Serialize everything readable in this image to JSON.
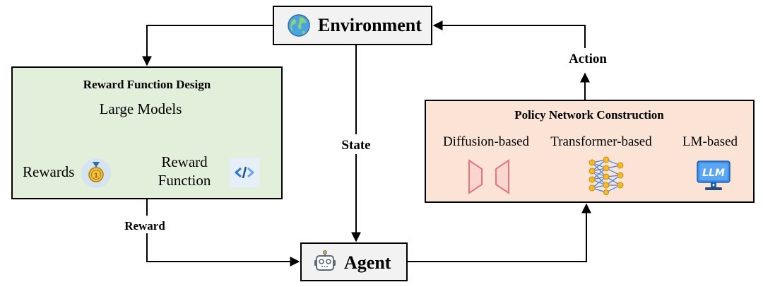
{
  "environment": {
    "label": "Environment",
    "icon": "globe-icon"
  },
  "agent": {
    "label": "Agent",
    "icon": "robot-icon"
  },
  "reward_design": {
    "title": "Reward Function Design",
    "source": "Large Models",
    "rewards_label": "Rewards",
    "rewards_icon": "medal-icon",
    "reward_function_line1": "Reward",
    "reward_function_line2": "Function",
    "reward_function_icon": "code-icon"
  },
  "policy_network": {
    "title": "Policy Network Construction",
    "diffusion_label": "Diffusion-based",
    "diffusion_icon": "unet-icon",
    "transformer_label": "Transformer-based",
    "transformer_icon": "neural-network-icon",
    "lm_label": "LM-based",
    "lm_icon": "llm-monitor-icon",
    "lm_icon_text": "LLM"
  },
  "edges": {
    "state": "State",
    "action": "Action",
    "reward": "Reward"
  },
  "colors": {
    "reward_box": "#e2efda",
    "policy_box": "#fbe4d6",
    "node_box": "#f2f2f2",
    "diffusion_icon": "#e8737f",
    "network_node": "#f2b92a",
    "network_edge": "#3b7de0",
    "code_icon": "#2d78d6",
    "monitor": "#3c8fe8"
  }
}
